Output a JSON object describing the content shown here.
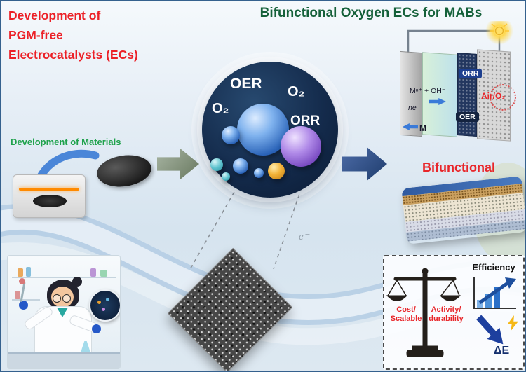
{
  "colors": {
    "red_accent": "#e8262a",
    "green_title": "#15613a",
    "green_label": "#1fa24c",
    "navy_circle": "#0f2340",
    "blue_arrow": "#2a5fa8"
  },
  "header": {
    "left_title_lines": [
      "Development of",
      "PGM-free",
      "Electrocatalysts (ECs)"
    ],
    "right_title": "Bifunctional Oxygen ECs for MABs"
  },
  "flow": {
    "materials_label": "Development of Materials",
    "electron_label": "e⁻"
  },
  "reaction_circle": {
    "oer": "OER",
    "o2_left": "O₂",
    "o2_right": "O₂",
    "orr": "ORR"
  },
  "battery": {
    "orr_chip": "ORR",
    "oer_chip": "OER",
    "air_label": "Air/O₂",
    "reaction_label": "Mⁿ⁺ + OH⁻",
    "electron_label": "ne⁻",
    "metal_label": "M",
    "caption": "Bifunctional"
  },
  "evaluation": {
    "cost_lines": [
      "Cost/",
      "Scalable"
    ],
    "activity_lines": [
      "Activity/",
      "durability"
    ],
    "efficiency_label": "Efficiency",
    "delta_e_label": "ΔE"
  }
}
